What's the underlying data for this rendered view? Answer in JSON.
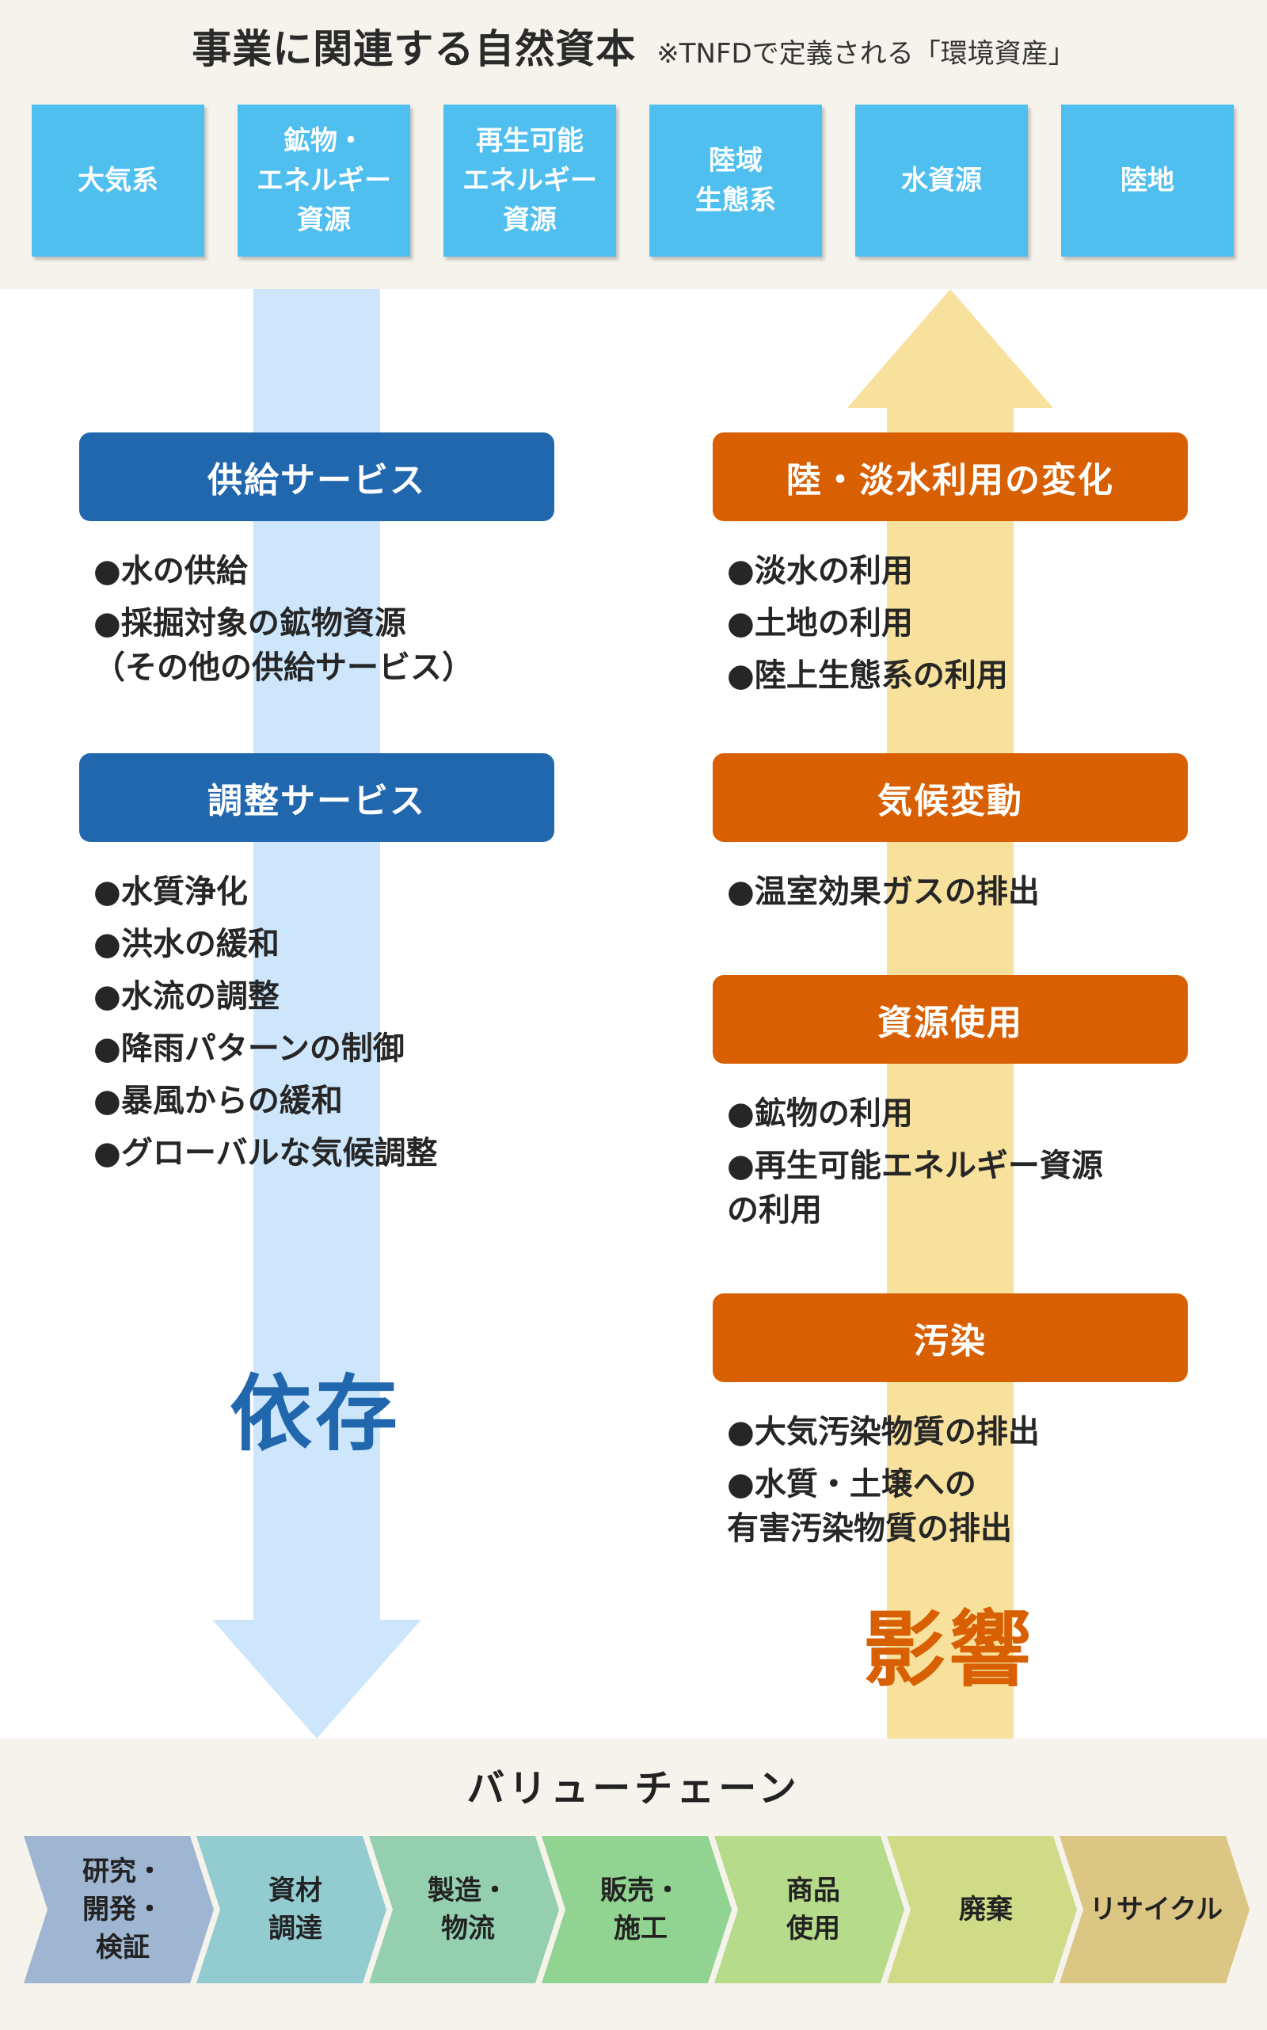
{
  "header": {
    "title": "事業に関連する自然資本",
    "note": "※TNFDで定義される「環境資産」"
  },
  "natural_capital": [
    "大気系",
    "鉱物・\nエネルギー\n資源",
    "再生可能\nエネルギー\n資源",
    "陸域\n生態系",
    "水資源",
    "陸地"
  ],
  "dependency": {
    "label": "依存",
    "categories": [
      {
        "title": "供給サービス",
        "items": [
          "●水の供給",
          "●採掘対象の鉱物資源\n（その他の供給サービス）"
        ]
      },
      {
        "title": "調整サービス",
        "items": [
          "●水質浄化",
          "●洪水の緩和",
          "●水流の調整",
          "●降雨パターンの制御",
          "●暴風からの緩和",
          "●グローバルな気候調整"
        ]
      }
    ]
  },
  "impact": {
    "label": "影響",
    "categories": [
      {
        "title": "陸・淡水利用の変化",
        "items": [
          "●淡水の利用",
          "●土地の利用",
          "●陸上生態系の利用"
        ]
      },
      {
        "title": "気候変動",
        "items": [
          "●温室効果ガスの排出"
        ]
      },
      {
        "title": "資源使用",
        "items": [
          "●鉱物の利用",
          "●再生可能エネルギー資源\nの利用"
        ]
      },
      {
        "title": "汚染",
        "items": [
          "●大気汚染物質の排出",
          "●水質・土壌への\n有害汚染物質の排出"
        ]
      }
    ]
  },
  "value_chain": {
    "title": "バリューチェーン",
    "steps": [
      {
        "label": "研究・\n開発・\n検証",
        "color": "#9eb6d1"
      },
      {
        "label": "資材\n調達",
        "color": "#93ccd0"
      },
      {
        "label": "製造・\n物流",
        "color": "#94d0b0"
      },
      {
        "label": "販売・\n施工",
        "color": "#91d391"
      },
      {
        "label": "商品\n使用",
        "color": "#b6dc8b"
      },
      {
        "label": "廃棄",
        "color": "#cfdb87"
      },
      {
        "label": "リサイクル",
        "color": "#dcc683"
      }
    ]
  },
  "colors": {
    "capital_box": "#4fbfef",
    "dependency_blue": "#2167ae",
    "impact_orange": "#d86003",
    "dependency_arrow": "#cde6fb",
    "impact_arrow": "#f7e19d",
    "band_background": "#f6f3ec"
  }
}
